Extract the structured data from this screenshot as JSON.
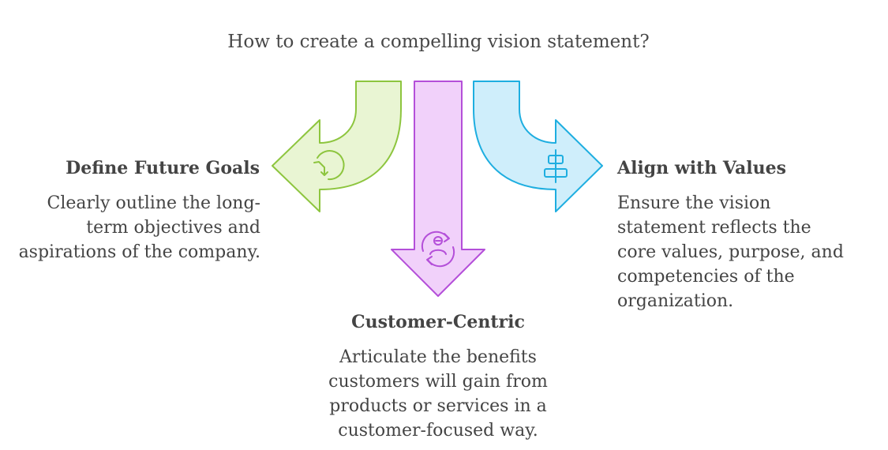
{
  "title": "How to create a compelling vision statement?",
  "items": [
    {
      "heading": "Define Future Goals",
      "description": "Clearly outline the long-term objectives and aspirations of the company.",
      "icon": "turn-arrow-icon",
      "fill": "#e9f5d3",
      "stroke": "#8dc53e"
    },
    {
      "heading": "Customer-Centric",
      "description": "Articulate the benefits customers will gain from products or services in a customer-focused way.",
      "icon": "customer-cycle-icon",
      "fill": "#f1d1fa",
      "stroke": "#b44fd9"
    },
    {
      "heading": "Align with Values",
      "description": "Ensure the vision statement reflects the core values, purpose, and competencies of the organization.",
      "icon": "align-center-icon",
      "fill": "#cfeefb",
      "stroke": "#1eaee0"
    }
  ]
}
